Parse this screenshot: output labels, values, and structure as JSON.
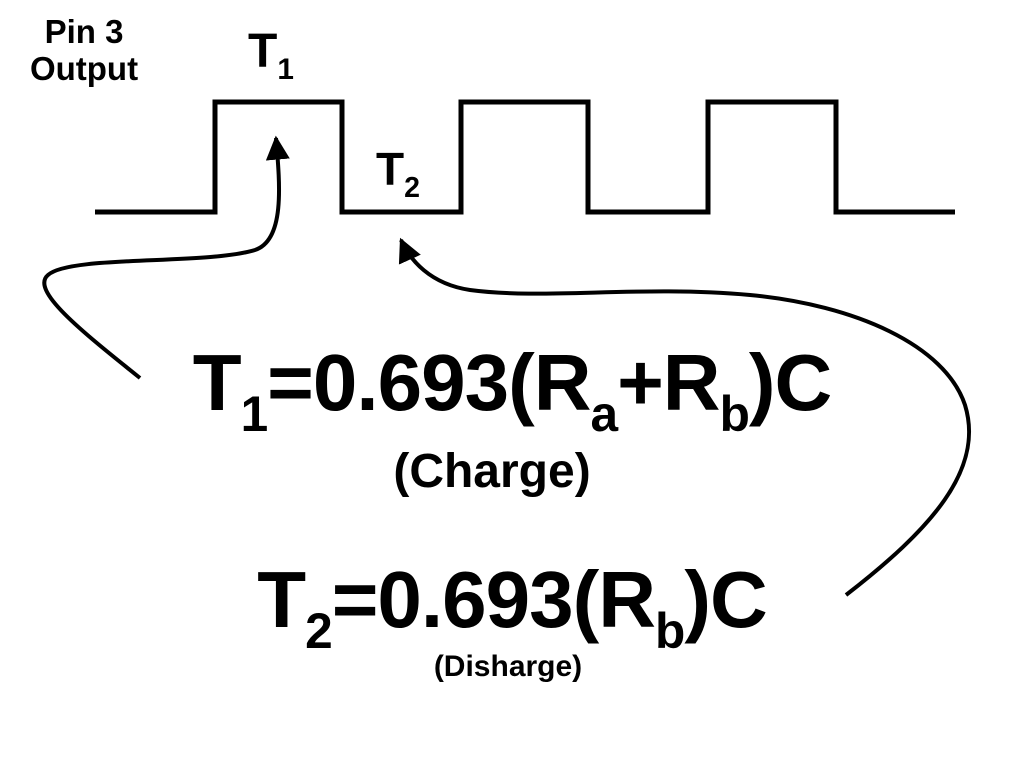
{
  "output_label": {
    "line1": "Pin 3",
    "line2": "Output"
  },
  "waveform_labels": {
    "t1": {
      "main": "T",
      "sub": "1"
    },
    "t2": {
      "main": "T",
      "sub": "2"
    }
  },
  "charge_formula": {
    "lhs": "T",
    "lhs_sub": "1",
    "part1": "=0.693(R",
    "sub_a": "a",
    "part2": "+R",
    "sub_b": "b",
    "part3": ")C",
    "note": "(Charge)"
  },
  "discharge_formula": {
    "lhs": "T",
    "lhs_sub": "2",
    "part1": "=0.693(R",
    "sub_b": "b",
    "part2": ")C",
    "note": "(Disharge)"
  },
  "colors": {
    "stroke": "#000000",
    "background": "#ffffff"
  }
}
